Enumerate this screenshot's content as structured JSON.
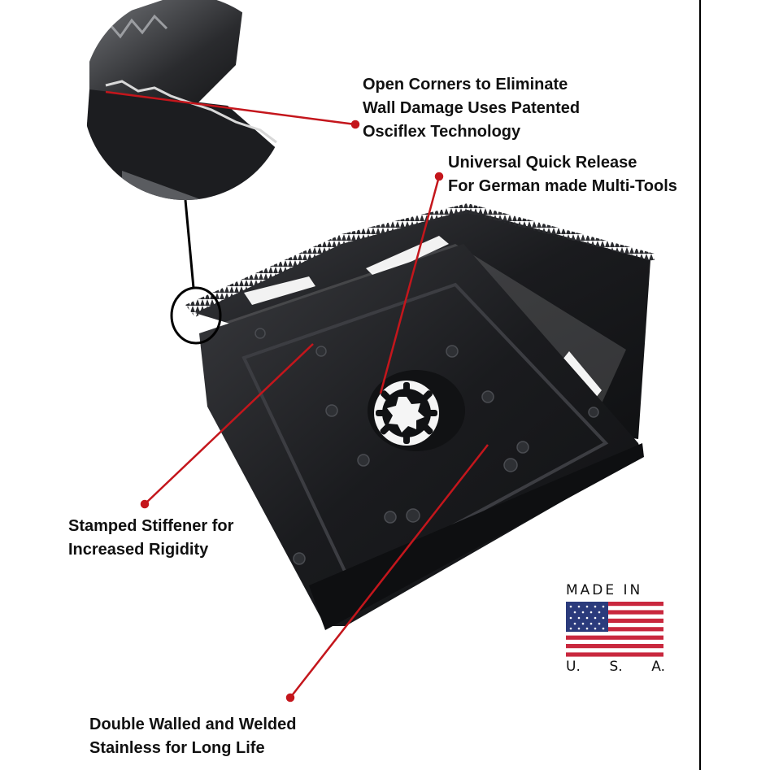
{
  "callouts": {
    "open_corners": [
      "Open Corners to Eliminate",
      "Wall Damage Uses Patented",
      "Osciflex Technology"
    ],
    "quick_release": [
      "Universal Quick Release",
      "For German made Multi-Tools"
    ],
    "stiffener": [
      "Stamped Stiffener for",
      "Increased Rigidity"
    ],
    "double_walled": [
      "Double Walled and Welded",
      "Stainless for Long Life"
    ]
  },
  "badge": {
    "top_text": "MADE IN",
    "bottom_letters": [
      "U.",
      "S.",
      "A."
    ]
  },
  "colors": {
    "leader_line": "#c4161c",
    "blade": "#1c1d20",
    "flag_red": "#c9283e",
    "flag_blue": "#2b3b7c"
  },
  "icons": {
    "flag": "us-flag-icon",
    "blade": "square-oscillating-blade-illustration",
    "zoom": "magnified-corner-illustration"
  }
}
